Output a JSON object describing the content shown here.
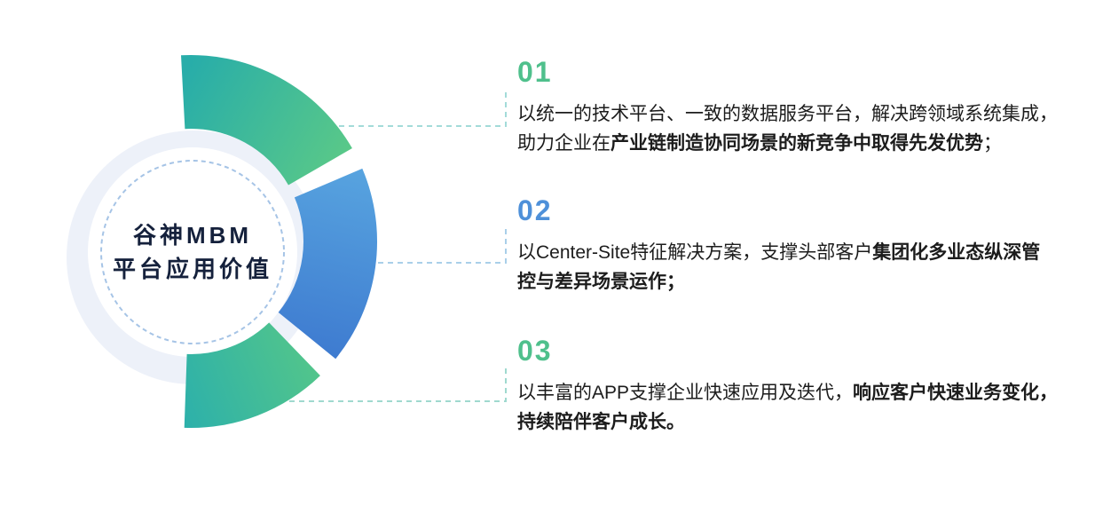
{
  "title": {
    "line1": "谷神MBM",
    "line2": "平台应用价值"
  },
  "sections": [
    {
      "number": "01",
      "number_color": "#4fc08c",
      "line1": [
        {
          "t": "以统一的技术平台、一致的数据服务平台，解决跨领域系统集成，",
          "bold": false
        }
      ],
      "line2": [
        {
          "t": "助力企业在",
          "bold": false
        },
        {
          "t": "产业链制造协同场景的新竞争中取得先发优势",
          "bold": true
        },
        {
          "t": "；",
          "bold": false
        }
      ]
    },
    {
      "number": "02",
      "number_color": "#4e90d9",
      "line1": [
        {
          "t": "以Center-Site特征解决方案，支撑头部客户",
          "bold": false
        },
        {
          "t": "集团化多业态纵深管",
          "bold": true
        }
      ],
      "line2": [
        {
          "t": "控与差异场景运作；",
          "bold": true
        }
      ]
    },
    {
      "number": "03",
      "number_color": "#4fc08c",
      "line1": [
        {
          "t": "以丰富的APP支撑企业快速应用及迭代，",
          "bold": false
        },
        {
          "t": "响应客户快速业务变化，",
          "bold": true
        }
      ],
      "line2": [
        {
          "t": "持续陪伴客户成长。",
          "bold": true
        }
      ]
    }
  ],
  "diagram": {
    "segments": [
      {
        "name": "top-segment",
        "gradient": [
          "#28ada9",
          "#5ecb85"
        ]
      },
      {
        "name": "right-segment",
        "gradient": [
          "#57a3df",
          "#3e7bd0"
        ]
      },
      {
        "name": "bottom-segment",
        "gradient": [
          "#52c58b",
          "#2cb0ab"
        ]
      }
    ],
    "background_circle_color": "#edf1f9",
    "inner_dashed_ring_color": "#a6c4e6",
    "connector_colors": [
      "#a3dbd9",
      "#a9cfe9",
      "#9fd9cf"
    ]
  },
  "colors": {
    "title_text": "#15213c",
    "body_text": "#1c1c1c",
    "green_accent": "#4fc08c",
    "blue_accent": "#4e90d9"
  }
}
